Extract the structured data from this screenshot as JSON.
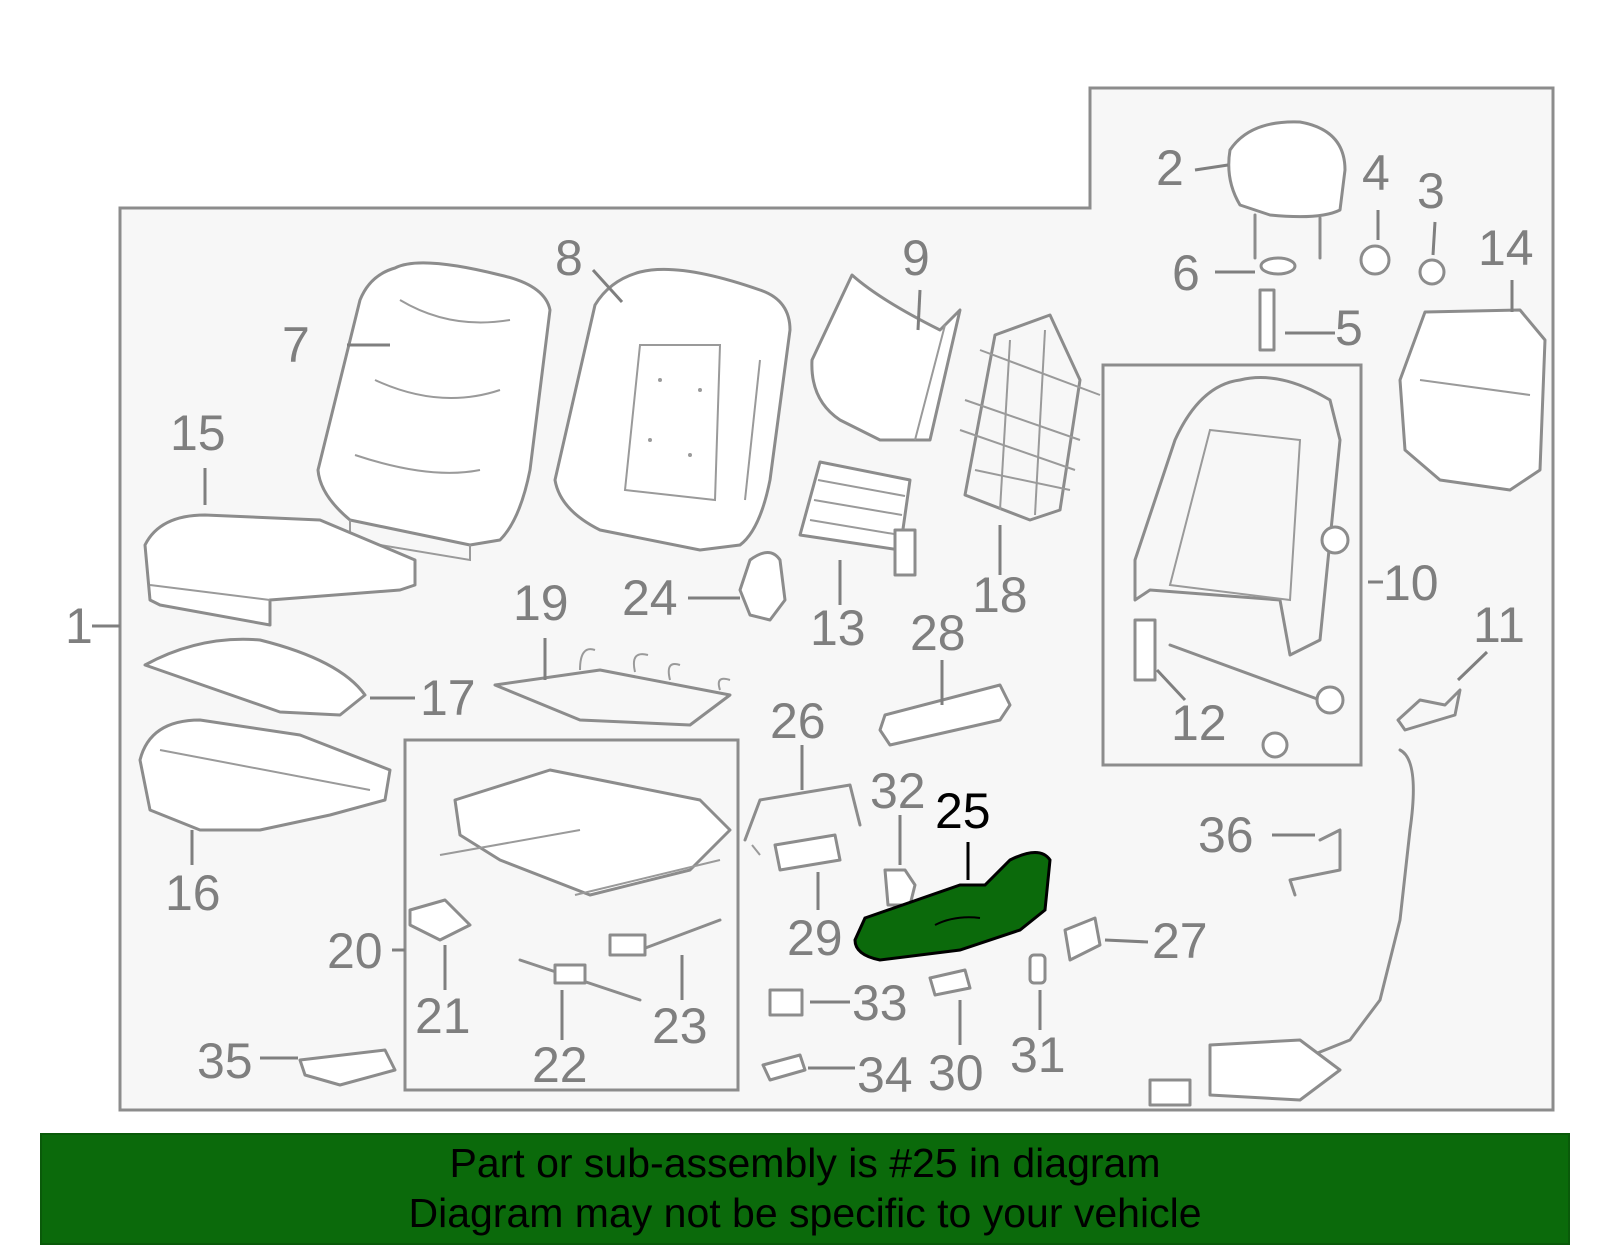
{
  "callouts": {
    "c1": "1",
    "c2": "2",
    "c3": "3",
    "c4": "4",
    "c5": "5",
    "c6": "6",
    "c7": "7",
    "c8": "8",
    "c9": "9",
    "c10": "10",
    "c11": "11",
    "c12": "12",
    "c13": "13",
    "c14": "14",
    "c15": "15",
    "c16": "16",
    "c17": "17",
    "c18": "18",
    "c19": "19",
    "c20": "20",
    "c21": "21",
    "c22": "22",
    "c23": "23",
    "c24": "24",
    "c25": "25",
    "c26": "26",
    "c27": "27",
    "c28": "28",
    "c29": "29",
    "c30": "30",
    "c31": "31",
    "c32": "32",
    "c33": "33",
    "c34": "34",
    "c35": "35",
    "c36": "36"
  },
  "highlight": {
    "part": "25",
    "color": "#0b6a0b"
  },
  "banner": {
    "line1": "Part or sub-assembly is #25 in diagram",
    "line2": "Diagram may not be specific to your vehicle"
  },
  "colors": {
    "banner_bg": "#0b6a0b",
    "frame_bg": "#f7f7f7",
    "line": "#8c8c8c"
  }
}
